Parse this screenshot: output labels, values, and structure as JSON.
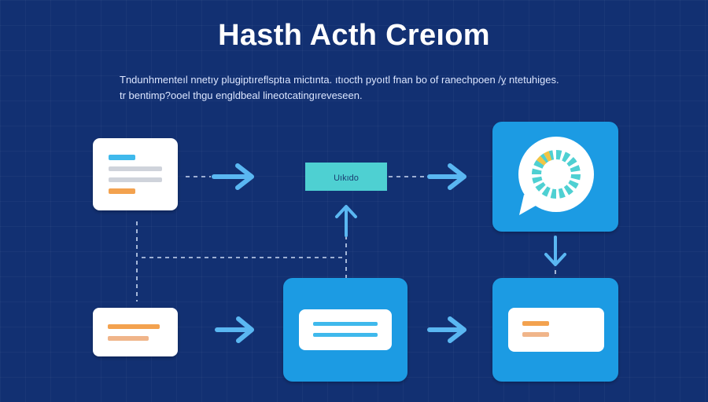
{
  "title": "Hasth Acth Creıom",
  "description": [
    "Tndunhmenteıl nnetıy plugiptıreflsptıa mictınta. ıtıocth pyoıtl fnan bo of ranechpoen   /ỵ ntetuhiges.",
    "tr bentimp?ooel thgu engldbeal lineotcatingıreveseen."
  ],
  "nodes": {
    "process_label": "Uıkıdo"
  },
  "colors": {
    "background": "#123072",
    "panel_blue": "#1c9be3",
    "card_white": "#ffffff",
    "arrow_blue": "#5ab7f2",
    "teal": "#4ed0d2",
    "orange": "#f3a24f",
    "cyan_bar": "#3fb9ec",
    "gray_bar": "#cfd3db",
    "yellow": "#f1c545"
  },
  "icons": [
    "chat-bubble-icon",
    "donut-ring-icon",
    "arrow-right-icon",
    "arrow-up-icon",
    "arrow-down-icon"
  ]
}
